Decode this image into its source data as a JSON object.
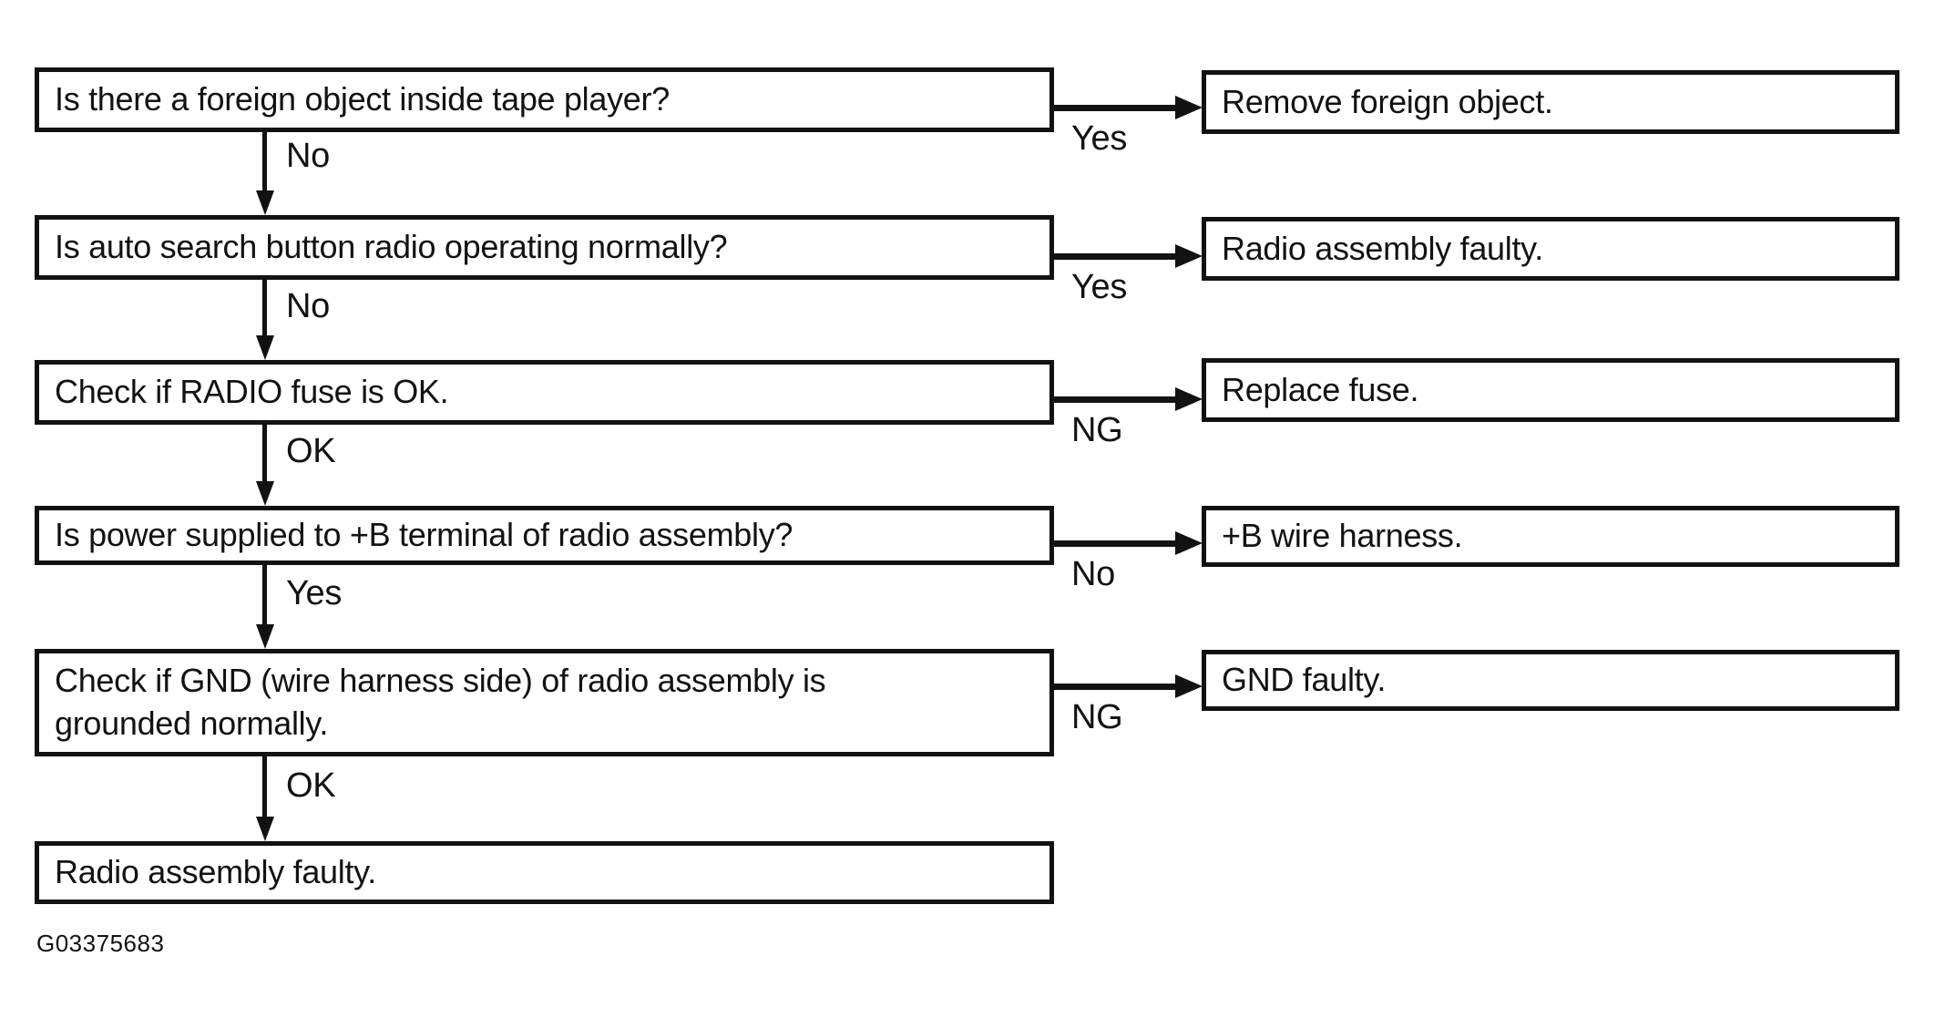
{
  "figure": {
    "caption": "G03375683"
  },
  "colors": {
    "ink": "#121212",
    "paper": "#ffffff"
  },
  "diagram_type": "troubleshooting-flowchart",
  "steps": [
    {
      "question": "Is there a foreign object inside tape player?",
      "down_label": "No",
      "side_label": "Yes",
      "result": "Remove foreign object."
    },
    {
      "question": "Is auto search button radio operating normally?",
      "down_label": "No",
      "side_label": "Yes",
      "result": "Radio assembly faulty."
    },
    {
      "question": "Check if RADIO fuse is OK.",
      "down_label": "OK",
      "side_label": "NG",
      "result": "Replace fuse."
    },
    {
      "question": "Is power supplied to +B terminal of radio assembly?",
      "down_label": "Yes",
      "side_label": "No",
      "result": "+B wire harness."
    },
    {
      "question": "Check if GND (wire harness side) of radio assembly is grounded normally.",
      "down_label": "OK",
      "side_label": "NG",
      "result": "GND faulty."
    }
  ],
  "final_result": "Radio assembly faulty."
}
